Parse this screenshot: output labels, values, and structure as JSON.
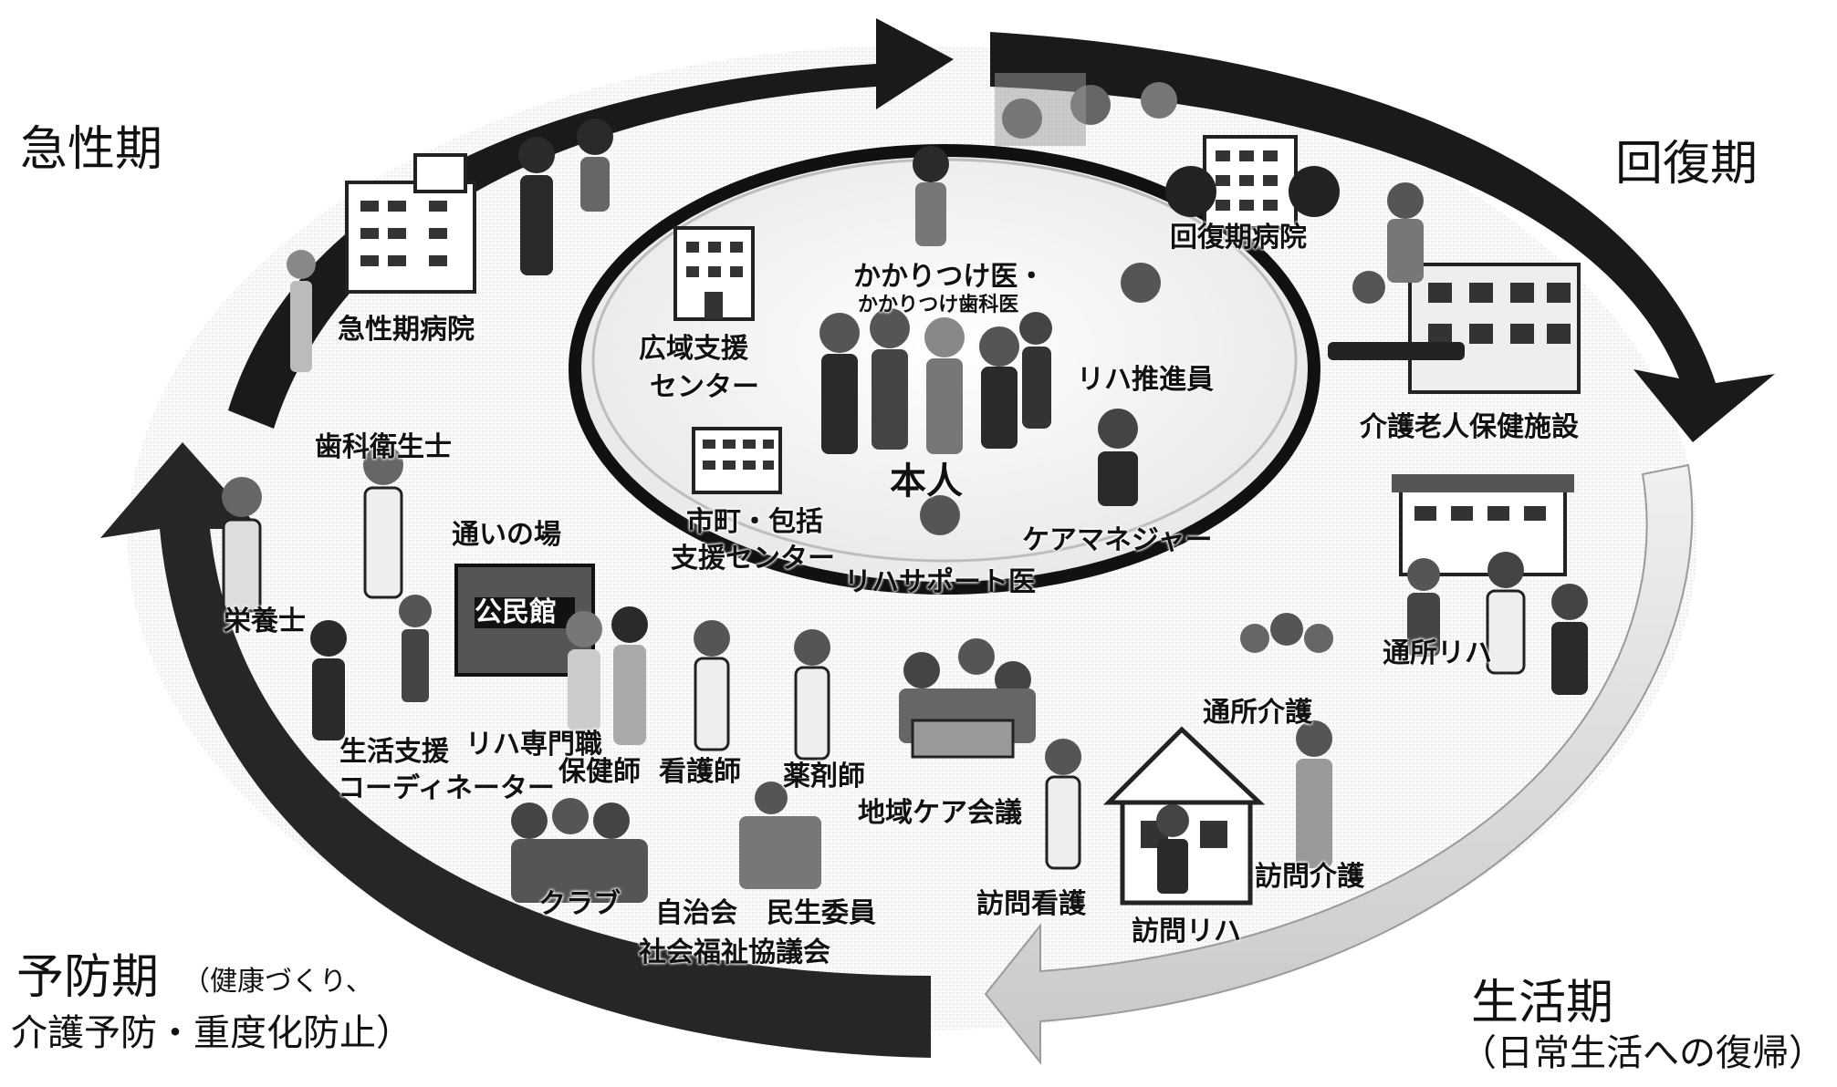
{
  "phases": {
    "acute": "急性期",
    "recovery": "回復期",
    "prevention_title": "予防期",
    "prevention_note1": "（健康づくり、",
    "prevention_note2": "介護予防・重度化防止）",
    "life_title": "生活期",
    "life_note": "（日常生活への復帰）"
  },
  "center": {
    "person": "本人",
    "family_doctor": "かかりつけ医・",
    "family_dentist": "かかりつけ歯科医",
    "regional_center_1": "広域支援",
    "regional_center_2": "センター",
    "rehab_promoter": "リハ推進員",
    "municipality_1": "市町・包括",
    "municipality_2": "支援センター",
    "care_manager": "ケアマネジャー",
    "rehab_support_doctor": "リハサポート医"
  },
  "acute": {
    "hospital": "急性期病院"
  },
  "recovery": {
    "hospital": "回復期病院",
    "health_facility": "介護老人保健施設"
  },
  "life": {
    "day_rehab": "通所リハ",
    "day_care": "通所介護",
    "home_nursing": "訪問看護",
    "home_rehab": "訪問リハ",
    "home_care": "訪問介護",
    "care_meeting": "地域ケア会議"
  },
  "prevention": {
    "dental_hygienist": "歯科衛生士",
    "dietitian": "栄養士",
    "gathering_place": "通いの場",
    "community_hall": "公民館",
    "life_support_1": "生活支援",
    "life_support_2": "コーディネーター",
    "rehab_professional": "リハ専門職",
    "public_health_nurse": "保健師",
    "nurse": "看護師",
    "pharmacist": "薬剤師",
    "club": "クラブ",
    "neighborhood_assoc": "自治会",
    "welfare_commissioner": "民生委員",
    "social_welfare_council": "社会福祉協議会"
  },
  "colors": {
    "arrow_dark": "#1a1a1a",
    "arrow_light": "#d9d9d9",
    "arrow_mid": "#6e6e6e",
    "center_rim": "#111111",
    "center_fill": "#f4f4f4"
  }
}
